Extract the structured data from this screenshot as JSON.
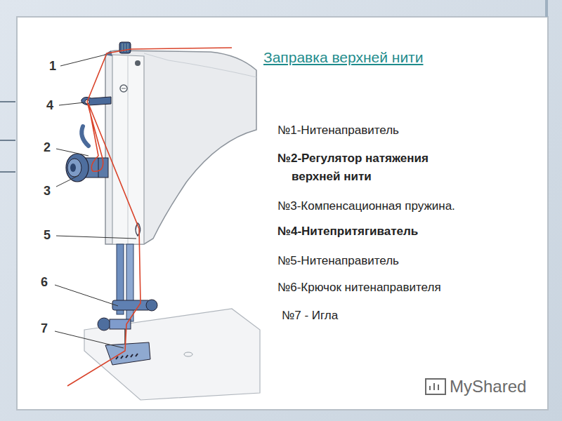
{
  "diagram": {
    "title": "Заправка верхней нити",
    "labels": [
      "1",
      "4",
      "2",
      "3",
      "5",
      "6",
      "7",
      "№1-Нитенаправитель",
      "№2-Регулятор натяжения верхней нити",
      "№3-Компенсационная пружина.",
      "№4-Нитепритягиватель",
      "№5-Нитенаправитель",
      "№6-Крючок нитенаправителя",
      "№7 - Игла",
      "MyShared"
    ]
  }
}
